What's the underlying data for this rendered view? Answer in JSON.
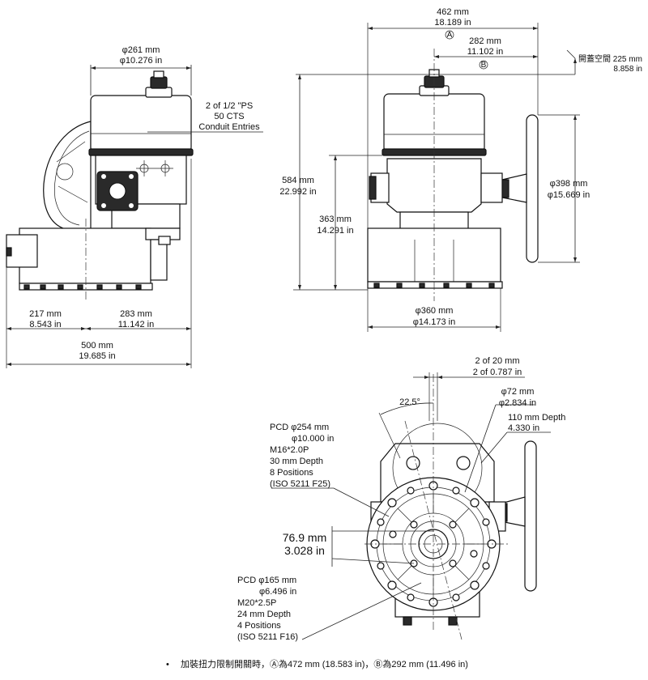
{
  "side_view": {
    "diameter_mm": "φ261 mm",
    "diameter_in": "φ10.276 in",
    "conduit_1": "2 of 1/2 \"PS",
    "conduit_2": "50 CTS",
    "conduit_3": "Conduit Entries",
    "left_mm": "217 mm",
    "left_in": "8.543 in",
    "right_mm": "283 mm",
    "right_in": "11.142 in",
    "total_mm": "500 mm",
    "total_in": "19.685 in"
  },
  "front_view": {
    "width_mm": "462 mm",
    "width_in": "18.189 in",
    "marker_a": "A",
    "offset_mm": "282 mm",
    "offset_in": "11.102 in",
    "marker_b": "B",
    "clearance_label": "開蓋空間 225 mm",
    "clearance_in": "8.858 in",
    "height_mm": "584 mm",
    "height_in": "22.992 in",
    "mid_height_mm": "363 mm",
    "mid_height_in": "14.291 in",
    "handwheel_mm": "φ398 mm",
    "handwheel_in": "φ15.669 in",
    "base_mm": "φ360 mm",
    "base_in": "φ14.173 in"
  },
  "bottom_view": {
    "key_mm": "2 of 20 mm",
    "key_in": "2 of 0.787 in",
    "angle": "22.5°",
    "bore_mm": "φ72 mm",
    "bore_in": "φ2.834 in",
    "depth_mm": "110 mm Depth",
    "depth_in": "4.330 in",
    "pcd1_line1": "PCD φ254 mm",
    "pcd1_line2": "φ10.000 in",
    "pcd1_line3": "M16*2.0P",
    "pcd1_line4": "30 mm Depth",
    "pcd1_line5": "8 Positions",
    "pcd1_line6": "(ISO 5211 F25)",
    "offset_mm": "76.9 mm",
    "offset_in": "3.028 in",
    "pcd2_line1": "PCD φ165 mm",
    "pcd2_line2": "φ6.496 in",
    "pcd2_line3": "M20*2.5P",
    "pcd2_line4": "24 mm Depth",
    "pcd2_line5": "4 Positions",
    "pcd2_line6": "(ISO 5211 F16)"
  },
  "footnote": {
    "bullet": "•",
    "text": "加裝扭力限制開關時，Ⓐ為472 mm (18.583 in)，Ⓑ為292 mm (11.496 in)"
  }
}
